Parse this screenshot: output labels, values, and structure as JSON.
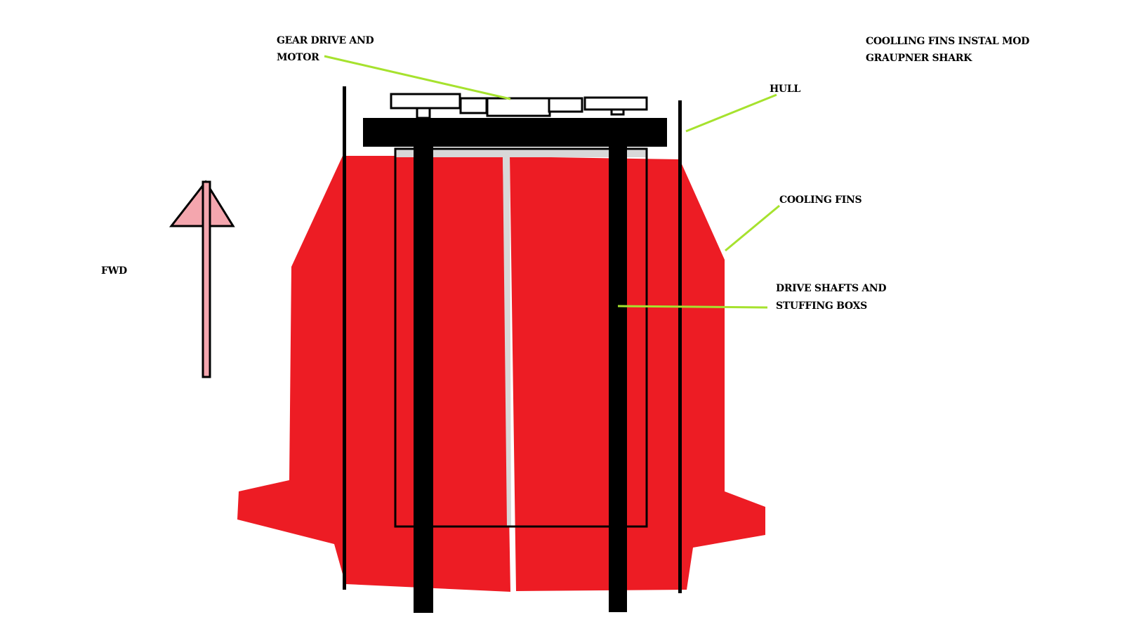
{
  "title": {
    "line1": "COOLLING FINS INSTAL MOD",
    "line2": "GRAUPNER SHARK"
  },
  "labels": {
    "gear_drive": {
      "line1": "GEAR DRIVE AND",
      "line2": "MOTOR"
    },
    "hull": "HULL",
    "cooling_fins": "COOLING FINS",
    "drive_shafts": {
      "line1": "DRIVE SHAFTS AND",
      "line2": "STUFFING BOXS"
    },
    "fwd": "FWD"
  },
  "colors": {
    "fins": "#ed1c24",
    "leader": "#a6e22e",
    "arrow": "#f4a6ae",
    "gap": "#d8d8d8"
  }
}
